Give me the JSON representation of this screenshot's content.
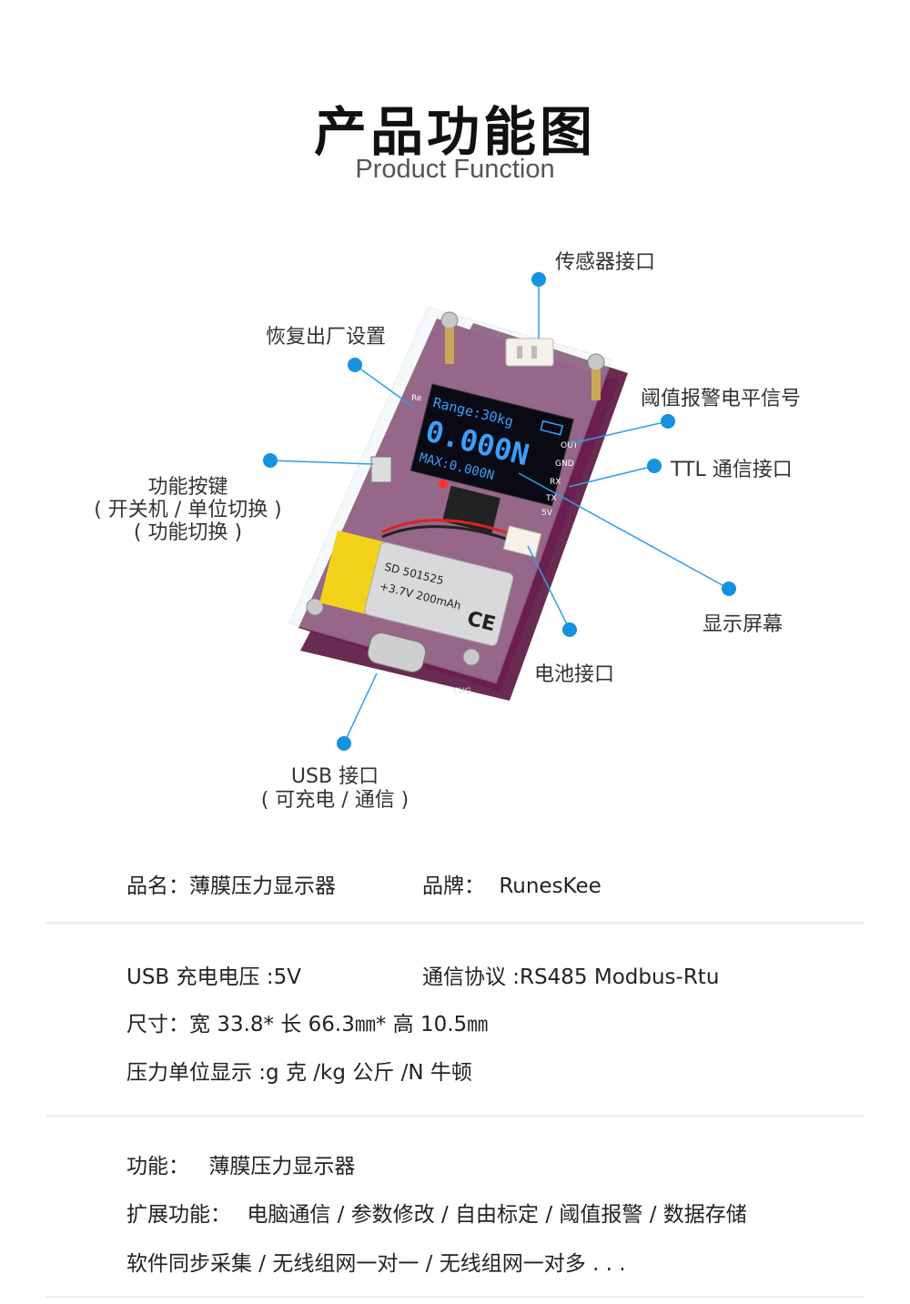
{
  "header": {
    "title": "产品功能图",
    "subtitle": "Product Function"
  },
  "callouts": {
    "sensor_port": "传感器接口",
    "factory_reset": "恢复出厂设置",
    "threshold_alarm": "阈值报警电平信号",
    "ttl_port": "TTL 通信接口",
    "function_key": {
      "line1": "功能按键",
      "line2": "( 开关机 / 单位切换 )",
      "line3": "( 功能切换 )"
    },
    "display": "显示屏幕",
    "battery_port": "电池接口",
    "usb_port": {
      "line1": "USB 接口",
      "line2": "( 可充电 / 通信 )"
    }
  },
  "device": {
    "screen_range": "Range:30kg",
    "screen_value": "0.000N",
    "screen_max": "MAX:0.000N",
    "battery_line1": "SD   501525",
    "battery_line2": "+3.7V 200mAh",
    "battery_mark": "CE",
    "pin_labels": [
      "OUT",
      "GND",
      "RX",
      "TX",
      "5V"
    ],
    "reset_label": "Re",
    "chg_label": "CHG"
  },
  "colors": {
    "accent_dot": "#1592e0",
    "pcb": "#6b1f4f",
    "screen_text": "#3aa0ff"
  },
  "specs": {
    "name": "品名：薄膜压力显示器",
    "brand_label": "品牌：",
    "brand_value": "RunesKee",
    "usb_voltage": "USB 充电电压 :5V",
    "protocol": "通信协议 :RS485 Modbus-Rtu",
    "size": "尺寸：宽 33.8* 长 66.3㎜* 高 10.5㎜",
    "units": "压力单位显示 :g 克 /kg 公斤 /N 牛顿",
    "function_label": "功能：",
    "function_value": "薄膜压力显示器",
    "ext_label": "扩展功能：",
    "ext_value": "电脑通信 / 参数修改 / 自由标定 / 阈值报警 / 数据存储",
    "ext_value2": "软件同步采集 / 无线组网一对一 / 无线组网一对多 . . ."
  }
}
